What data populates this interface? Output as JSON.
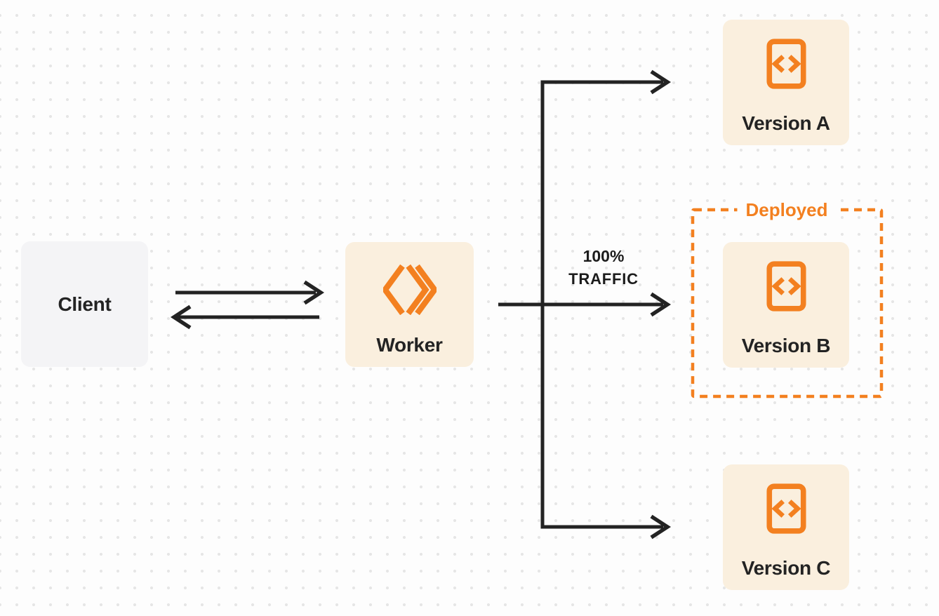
{
  "title": "Worker traffic routing between deployed versions",
  "colors": {
    "background": "#fdfdfd",
    "dot_grid": "#e6e6e6",
    "ink": "#232323",
    "accent": "#f38020",
    "node_fill_warm": "#faefde",
    "node_fill_gray": "#f4f4f6"
  },
  "nodes": {
    "client": {
      "label": "Client"
    },
    "worker": {
      "label": "Worker",
      "icon": "cloudflare-workers-logo"
    },
    "version_a": {
      "label": "Version A",
      "icon": "code-document-icon"
    },
    "version_b": {
      "label": "Version B",
      "icon": "code-document-icon",
      "status": "Deployed"
    },
    "version_c": {
      "label": "Version C",
      "icon": "code-document-icon"
    }
  },
  "annotations": {
    "deployed": "Deployed",
    "traffic_line1": "100%",
    "traffic_line2": "TRAFFIC"
  },
  "edges": [
    {
      "from": "client",
      "to": "worker",
      "type": "arrow-right"
    },
    {
      "from": "worker",
      "to": "client",
      "type": "arrow-left"
    },
    {
      "from": "worker",
      "to": "version_a",
      "type": "elbow-arrow"
    },
    {
      "from": "worker",
      "to": "version_b",
      "type": "arrow",
      "label": "100% TRAFFIC"
    },
    {
      "from": "worker",
      "to": "version_c",
      "type": "elbow-arrow"
    }
  ]
}
